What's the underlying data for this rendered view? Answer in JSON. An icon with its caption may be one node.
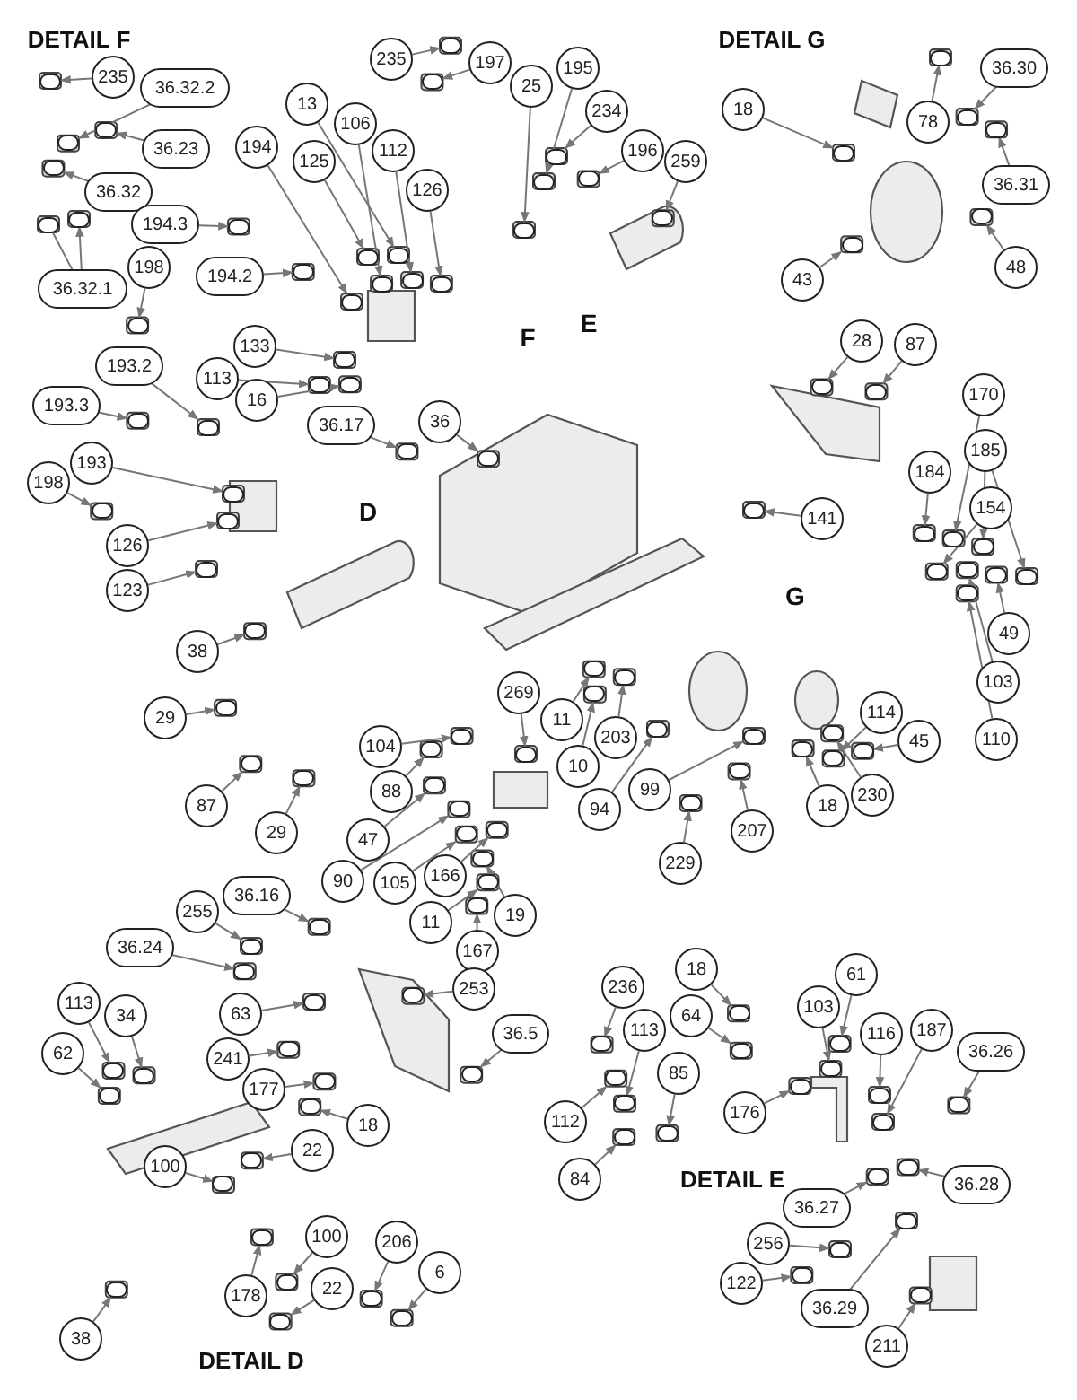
{
  "diagram": {
    "nodes": [
      {
        "text": [
          "235"
        ]
      },
      {
        "text": [
          "36.32.2"
        ]
      },
      {
        "text": [
          "36.23"
        ]
      },
      {
        "text": [
          "36.32"
        ]
      },
      {
        "text": [
          "36.32.1"
        ]
      },
      {
        "text": [
          "235"
        ]
      },
      {
        "text": [
          "197"
        ]
      },
      {
        "text": [
          "25"
        ]
      },
      {
        "text": [
          "195"
        ]
      },
      {
        "text": [
          "234"
        ]
      },
      {
        "text": [
          "196"
        ]
      },
      {
        "text": [
          "259"
        ]
      },
      {
        "text": [
          "13"
        ]
      },
      {
        "text": [
          "106"
        ]
      },
      {
        "text": [
          "112"
        ]
      },
      {
        "text": [
          "194"
        ]
      },
      {
        "text": [
          "125"
        ]
      },
      {
        "text": [
          "126"
        ]
      },
      {
        "text": [
          "194.3"
        ]
      },
      {
        "text": [
          "194.2"
        ]
      },
      {
        "text": [
          "198"
        ]
      },
      {
        "text": [
          "133"
        ]
      },
      {
        "text": [
          "113"
        ]
      },
      {
        "text": [
          "16"
        ]
      },
      {
        "text": [
          "193.2"
        ]
      },
      {
        "text": [
          "193.3"
        ]
      },
      {
        "text": [
          "36.17"
        ]
      },
      {
        "text": [
          "36"
        ]
      },
      {
        "text": [
          "193"
        ]
      },
      {
        "text": [
          "198"
        ]
      },
      {
        "text": [
          "126"
        ]
      },
      {
        "text": [
          "123"
        ]
      },
      {
        "text": [
          "38"
        ]
      },
      {
        "text": [
          "29"
        ]
      },
      {
        "text": [
          "87"
        ]
      },
      {
        "text": [
          "29"
        ]
      },
      {
        "text": [
          "104"
        ]
      },
      {
        "text": [
          "88"
        ]
      },
      {
        "text": [
          "47"
        ]
      },
      {
        "text": [
          "90"
        ]
      },
      {
        "text": [
          "105"
        ]
      },
      {
        "text": [
          "166"
        ]
      },
      {
        "text": [
          "269"
        ]
      },
      {
        "text": [
          "11"
        ]
      },
      {
        "text": [
          "10"
        ]
      },
      {
        "text": [
          "203"
        ]
      },
      {
        "text": [
          "94"
        ]
      },
      {
        "text": [
          "99"
        ]
      },
      {
        "text": [
          "229"
        ]
      },
      {
        "text": [
          "207"
        ]
      },
      {
        "text": [
          "18"
        ]
      },
      {
        "text": [
          "230"
        ]
      },
      {
        "text": [
          "114"
        ]
      },
      {
        "text": [
          "45"
        ]
      },
      {
        "text": [
          "28"
        ]
      },
      {
        "text": [
          "87"
        ]
      },
      {
        "text": [
          "170"
        ]
      },
      {
        "text": [
          "185"
        ]
      },
      {
        "text": [
          "184"
        ]
      },
      {
        "text": [
          "154"
        ]
      },
      {
        "text": [
          "49"
        ]
      },
      {
        "text": [
          "103"
        ]
      },
      {
        "text": [
          "110"
        ]
      },
      {
        "text": [
          "141"
        ]
      },
      {
        "text": [
          "18"
        ]
      },
      {
        "text": [
          "78"
        ]
      },
      {
        "text": [
          "36.30"
        ]
      },
      {
        "text": [
          "36.31"
        ]
      },
      {
        "text": [
          "43"
        ]
      },
      {
        "text": [
          "48"
        ]
      },
      {
        "text": [
          "36.16"
        ]
      },
      {
        "text": [
          "255"
        ]
      },
      {
        "text": [
          "36.24"
        ]
      },
      {
        "text": [
          "63"
        ]
      },
      {
        "text": [
          "241"
        ]
      },
      {
        "text": [
          "177"
        ]
      },
      {
        "text": [
          "18"
        ]
      },
      {
        "text": [
          "11"
        ]
      },
      {
        "text": [
          "167"
        ]
      },
      {
        "text": [
          "19"
        ]
      },
      {
        "text": [
          "253"
        ]
      },
      {
        "text": [
          "36.5"
        ]
      },
      {
        "text": [
          "113"
        ]
      },
      {
        "text": [
          "34"
        ]
      },
      {
        "text": [
          "62"
        ]
      },
      {
        "text": [
          "100"
        ]
      },
      {
        "text": [
          "22"
        ]
      },
      {
        "text": [
          "100"
        ]
      },
      {
        "text": [
          "22"
        ]
      },
      {
        "text": [
          "178"
        ]
      },
      {
        "text": [
          "206"
        ]
      },
      {
        "text": [
          "6"
        ]
      },
      {
        "text": [
          "38"
        ]
      },
      {
        "text": [
          "236"
        ]
      },
      {
        "text": [
          "18"
        ]
      },
      {
        "text": [
          "113"
        ]
      },
      {
        "text": [
          "64"
        ]
      },
      {
        "text": [
          "85"
        ]
      },
      {
        "text": [
          "112"
        ]
      },
      {
        "text": [
          "84"
        ]
      },
      {
        "text": [
          "103"
        ]
      },
      {
        "text": [
          "61"
        ]
      },
      {
        "text": [
          "116"
        ]
      },
      {
        "text": [
          "187"
        ]
      },
      {
        "text": [
          "36.26"
        ]
      },
      {
        "text": [
          "176"
        ]
      },
      {
        "text": [
          "36.28"
        ]
      },
      {
        "text": [
          "36.27"
        ]
      },
      {
        "text": [
          "256"
        ]
      },
      {
        "text": [
          "122"
        ]
      },
      {
        "text": [
          "36.29"
        ]
      },
      {
        "text": [
          "211"
        ]
      },
      {
        "text": [],
        "shape": "box"
      },
      {
        "text": [],
        "shape": "box"
      },
      {
        "text": [],
        "shape": "box"
      },
      {
        "text": [],
        "shape": "box"
      },
      {
        "text": [],
        "shape": "box"
      },
      {
        "text": [],
        "shape": "box"
      },
      {
        "text": [],
        "shape": "box"
      },
      {
        "text": [],
        "shape": "box"
      },
      {
        "text": [],
        "shape": "box"
      },
      {
        "text": [],
        "shape": "box"
      },
      {
        "text": [],
        "shape": "box"
      },
      {
        "text": [],
        "shape": "box"
      },
      {
        "text": [],
        "shape": "box"
      },
      {
        "text": [],
        "shape": "box"
      },
      {
        "text": [],
        "shape": "box"
      },
      {
        "text": [],
        "shape": "box"
      },
      {
        "text": [],
        "shape": "box"
      },
      {
        "text": [],
        "shape": "box"
      },
      {
        "text": [],
        "shape": "box"
      },
      {
        "text": [],
        "shape": "box"
      },
      {
        "text": [],
        "shape": "box"
      },
      {
        "text": [],
        "shape": "box"
      },
      {
        "text": [],
        "shape": "box"
      },
      {
        "text": [],
        "shape": "box"
      },
      {
        "text": [],
        "shape": "box"
      },
      {
        "text": [],
        "shape": "box"
      },
      {
        "text": [],
        "shape": "box"
      },
      {
        "text": [],
        "shape": "box"
      },
      {
        "text": [],
        "shape": "box"
      },
      {
        "text": [],
        "shape": "box"
      },
      {
        "text": [],
        "shape": "box"
      },
      {
        "text": [],
        "shape": "box"
      },
      {
        "text": [],
        "shape": "box"
      },
      {
        "text": [],
        "shape": "box"
      },
      {
        "text": [],
        "shape": "box"
      },
      {
        "text": [],
        "shape": "box"
      },
      {
        "text": [],
        "shape": "box"
      },
      {
        "text": [],
        "shape": "box"
      },
      {
        "text": [],
        "shape": "box"
      },
      {
        "text": [],
        "shape": "box"
      },
      {
        "text": [],
        "shape": "box"
      },
      {
        "text": [],
        "shape": "box"
      },
      {
        "text": [],
        "shape": "box"
      },
      {
        "text": [],
        "shape": "box"
      },
      {
        "text": [],
        "shape": "box"
      },
      {
        "text": [],
        "shape": "box"
      },
      {
        "text": [],
        "shape": "box"
      },
      {
        "text": [],
        "shape": "box"
      },
      {
        "text": [],
        "shape": "box"
      },
      {
        "text": [],
        "shape": "box"
      },
      {
        "text": [],
        "shape": "box"
      },
      {
        "text": [],
        "shape": "box"
      },
      {
        "text": [],
        "shape": "box"
      },
      {
        "text": [],
        "shape": "box"
      },
      {
        "text": [],
        "shape": "box"
      },
      {
        "text": [],
        "shape": "box"
      },
      {
        "text": [],
        "shape": "box"
      },
      {
        "text": [],
        "shape": "box"
      },
      {
        "text": [],
        "shape": "box"
      },
      {
        "text": [],
        "shape": "box"
      },
      {
        "text": [],
        "shape": "box"
      },
      {
        "text": [],
        "shape": "box"
      },
      {
        "text": [],
        "shape": "box"
      },
      {
        "text": [],
        "shape": "box"
      },
      {
        "text": [],
        "shape": "box"
      },
      {
        "text": [],
        "shape": "box"
      },
      {
        "text": [],
        "shape": "box"
      },
      {
        "text": [],
        "shape": "box"
      },
      {
        "text": [],
        "shape": "box"
      },
      {
        "text": [],
        "shape": "box"
      },
      {
        "text": [],
        "shape": "box"
      },
      {
        "text": [],
        "shape": "box"
      },
      {
        "text": [],
        "shape": "box"
      },
      {
        "text": [],
        "shape": "box"
      },
      {
        "text": [],
        "shape": "box"
      },
      {
        "text": [],
        "shape": "box"
      },
      {
        "text": [],
        "shape": "box"
      },
      {
        "text": [],
        "shape": "box"
      },
      {
        "text": [],
        "shape": "box"
      },
      {
        "text": [],
        "shape": "box"
      },
      {
        "text": [],
        "shape": "box"
      },
      {
        "text": [],
        "shape": "box"
      },
      {
        "text": [],
        "shape": "box"
      },
      {
        "text": [],
        "shape": "box"
      },
      {
        "text": [],
        "shape": "box"
      },
      {
        "text": [],
        "shape": "box"
      },
      {
        "text": [],
        "shape": "box"
      },
      {
        "text": [],
        "shape": "box"
      },
      {
        "text": [],
        "shape": "box"
      },
      {
        "text": [],
        "shape": "box"
      },
      {
        "text": [],
        "shape": "box"
      },
      {
        "text": [],
        "shape": "box"
      },
      {
        "text": [],
        "shape": "box"
      },
      {
        "text": [],
        "shape": "box"
      },
      {
        "text": [],
        "shape": "box"
      },
      {
        "text": [],
        "shape": "box"
      },
      {
        "text": [],
        "shape": "box"
      },
      {
        "text": [],
        "shape": "box"
      },
      {
        "text": [],
        "shape": "box"
      },
      {
        "text": [],
        "shape": "box"
      },
      {
        "text": [],
        "shape": "box"
      },
      {
        "text": [],
        "shape": "box"
      },
      {
        "text": [],
        "shape": "box"
      },
      {
        "text": [],
        "shape": "box"
      },
      {
        "text": [],
        "shape": "box"
      },
      {
        "text": [],
        "shape": "box"
      },
      {
        "text": [],
        "shape": "box"
      },
      {
        "text": [],
        "shape": "box"
      },
      {
        "text": [],
        "shape": "box"
      },
      {
        "text": [],
        "shape": "box"
      },
      {
        "text": [],
        "shape": "box"
      },
      {
        "text": [],
        "shape": "box"
      },
      {
        "text": [],
        "shape": "box"
      },
      {
        "text": [],
        "shape": "box"
      }
    ],
    "edges": [
      {
        "from": 0,
        "to": 112,
        "arrow": "to"
      },
      {
        "from": 1,
        "to": 113,
        "arrow": "to"
      },
      {
        "from": 2,
        "to": 114,
        "arrow": "to"
      },
      {
        "from": 3,
        "to": 115,
        "arrow": "to"
      },
      {
        "from": 4,
        "to": 116,
        "arrow": "to"
      },
      {
        "from": 4,
        "to": 117,
        "arrow": "none"
      },
      {
        "from": 5,
        "to": 118,
        "arrow": "to"
      },
      {
        "from": 6,
        "to": 119,
        "arrow": "to"
      },
      {
        "from": 7,
        "to": 120,
        "arrow": "to"
      },
      {
        "from": 8,
        "to": 121,
        "arrow": "to"
      },
      {
        "from": 9,
        "to": 122,
        "arrow": "to"
      },
      {
        "from": 10,
        "to": 123,
        "arrow": "to"
      },
      {
        "from": 11,
        "to": 124,
        "arrow": "to"
      },
      {
        "from": 12,
        "to": 125,
        "arrow": "to"
      },
      {
        "from": 13,
        "to": 126,
        "arrow": "to"
      },
      {
        "from": 14,
        "to": 127,
        "arrow": "to"
      },
      {
        "from": 15,
        "to": 128,
        "arrow": "to"
      },
      {
        "from": 16,
        "to": 129,
        "arrow": "to"
      },
      {
        "from": 17,
        "to": 130,
        "arrow": "to"
      },
      {
        "from": 18,
        "to": 131,
        "arrow": "to"
      },
      {
        "from": 19,
        "to": 132,
        "arrow": "to"
      },
      {
        "from": 20,
        "to": 133,
        "arrow": "to"
      },
      {
        "from": 21,
        "to": 134,
        "arrow": "to"
      },
      {
        "from": 22,
        "to": 135,
        "arrow": "to"
      },
      {
        "from": 23,
        "to": 136,
        "arrow": "to"
      },
      {
        "from": 24,
        "to": 137,
        "arrow": "to"
      },
      {
        "from": 25,
        "to": 138,
        "arrow": "to"
      },
      {
        "from": 26,
        "to": 139,
        "arrow": "to"
      },
      {
        "from": 27,
        "to": 140,
        "arrow": "to"
      },
      {
        "from": 28,
        "to": 141,
        "arrow": "to"
      },
      {
        "from": 29,
        "to": 142,
        "arrow": "to"
      },
      {
        "from": 30,
        "to": 143,
        "arrow": "to"
      },
      {
        "from": 31,
        "to": 144,
        "arrow": "to"
      },
      {
        "from": 32,
        "to": 145,
        "arrow": "to"
      },
      {
        "from": 33,
        "to": 146,
        "arrow": "to"
      },
      {
        "from": 34,
        "to": 147,
        "arrow": "to"
      },
      {
        "from": 35,
        "to": 148,
        "arrow": "to"
      },
      {
        "from": 36,
        "to": 149,
        "arrow": "to"
      },
      {
        "from": 37,
        "to": 150,
        "arrow": "to"
      },
      {
        "from": 38,
        "to": 151,
        "arrow": "to"
      },
      {
        "from": 39,
        "to": 152,
        "arrow": "to"
      },
      {
        "from": 40,
        "to": 153,
        "arrow": "to"
      },
      {
        "from": 41,
        "to": 154,
        "arrow": "to"
      },
      {
        "from": 42,
        "to": 155,
        "arrow": "to"
      },
      {
        "from": 43,
        "to": 156,
        "arrow": "to"
      },
      {
        "from": 44,
        "to": 157,
        "arrow": "to"
      },
      {
        "from": 45,
        "to": 158,
        "arrow": "to"
      },
      {
        "from": 46,
        "to": 159,
        "arrow": "to"
      },
      {
        "from": 47,
        "to": 160,
        "arrow": "to"
      },
      {
        "from": 48,
        "to": 161,
        "arrow": "to"
      },
      {
        "from": 49,
        "to": 162,
        "arrow": "to"
      },
      {
        "from": 50,
        "to": 163,
        "arrow": "to"
      },
      {
        "from": 51,
        "to": 164,
        "arrow": "to"
      },
      {
        "from": 52,
        "to": 165,
        "arrow": "to"
      },
      {
        "from": 53,
        "to": 166,
        "arrow": "to"
      },
      {
        "from": 54,
        "to": 167,
        "arrow": "to"
      },
      {
        "from": 55,
        "to": 168,
        "arrow": "to"
      },
      {
        "from": 56,
        "to": 169,
        "arrow": "to"
      },
      {
        "from": 57,
        "to": 170,
        "arrow": "to"
      },
      {
        "from": 57,
        "to": 171,
        "arrow": "to"
      },
      {
        "from": 58,
        "to": 172,
        "arrow": "to"
      },
      {
        "from": 59,
        "to": 173,
        "arrow": "to"
      },
      {
        "from": 60,
        "to": 174,
        "arrow": "to"
      },
      {
        "from": 61,
        "to": 175,
        "arrow": "to"
      },
      {
        "from": 62,
        "to": 176,
        "arrow": "to"
      },
      {
        "from": 63,
        "to": 177,
        "arrow": "to"
      },
      {
        "from": 64,
        "to": 178,
        "arrow": "to"
      },
      {
        "from": 65,
        "to": 179,
        "arrow": "to"
      },
      {
        "from": 66,
        "to": 180,
        "arrow": "to"
      },
      {
        "from": 67,
        "to": 181,
        "arrow": "to"
      },
      {
        "from": 68,
        "to": 182,
        "arrow": "to"
      },
      {
        "from": 69,
        "to": 183,
        "arrow": "to"
      },
      {
        "from": 70,
        "to": 184,
        "arrow": "to"
      },
      {
        "from": 71,
        "to": 185,
        "arrow": "to"
      },
      {
        "from": 72,
        "to": 186,
        "arrow": "to"
      },
      {
        "from": 73,
        "to": 187,
        "arrow": "to"
      },
      {
        "from": 74,
        "to": 188,
        "arrow": "to"
      },
      {
        "from": 75,
        "to": 189,
        "arrow": "to"
      },
      {
        "from": 76,
        "to": 190,
        "arrow": "to"
      },
      {
        "from": 77,
        "to": 191,
        "arrow": "to"
      },
      {
        "from": 78,
        "to": 192,
        "arrow": "to"
      },
      {
        "from": 79,
        "to": 193,
        "arrow": "to"
      },
      {
        "from": 80,
        "to": 194,
        "arrow": "to"
      },
      {
        "from": 81,
        "to": 195,
        "arrow": "to"
      },
      {
        "from": 82,
        "to": 196,
        "arrow": "to"
      },
      {
        "from": 83,
        "to": 197,
        "arrow": "to"
      },
      {
        "from": 84,
        "to": 198,
        "arrow": "to"
      },
      {
        "from": 85,
        "to": 199,
        "arrow": "to"
      },
      {
        "from": 86,
        "to": 200,
        "arrow": "to"
      },
      {
        "from": 87,
        "to": 201,
        "arrow": "to"
      },
      {
        "from": 88,
        "to": 202,
        "arrow": "to"
      },
      {
        "from": 89,
        "to": 203,
        "arrow": "to"
      },
      {
        "from": 90,
        "to": 204,
        "arrow": "to"
      },
      {
        "from": 91,
        "to": 205,
        "arrow": "to"
      },
      {
        "from": 92,
        "to": 206,
        "arrow": "to"
      },
      {
        "from": 93,
        "to": 207,
        "arrow": "to"
      },
      {
        "from": 94,
        "to": 208,
        "arrow": "to"
      },
      {
        "from": 95,
        "to": 209,
        "arrow": "to"
      },
      {
        "from": 96,
        "to": 210,
        "arrow": "to"
      },
      {
        "from": 97,
        "to": 211,
        "arrow": "to"
      },
      {
        "from": 98,
        "to": 212,
        "arrow": "to"
      },
      {
        "from": 99,
        "to": 213,
        "arrow": "to"
      },
      {
        "from": 100,
        "to": 214,
        "arrow": "to"
      },
      {
        "from": 101,
        "to": 215,
        "arrow": "to"
      },
      {
        "from": 102,
        "to": 216,
        "arrow": "to"
      },
      {
        "from": 103,
        "to": 217,
        "arrow": "to"
      },
      {
        "from": 104,
        "to": 218,
        "arrow": "to"
      },
      {
        "from": 105,
        "to": 219,
        "arrow": "to"
      },
      {
        "from": 106,
        "to": 220,
        "arrow": "to"
      },
      {
        "from": 107,
        "to": 221,
        "arrow": "to"
      },
      {
        "from": 108,
        "to": 222,
        "arrow": "to"
      },
      {
        "from": 109,
        "to": 223,
        "arrow": "to"
      },
      {
        "from": 110,
        "to": 224,
        "arrow": "to"
      },
      {
        "from": 111,
        "to": 225,
        "arrow": "to"
      }
    ],
    "labels": [
      "DETAIL F",
      "DETAIL G",
      "E",
      "F",
      "D",
      "G",
      "DETAIL E",
      "DETAIL D"
    ]
  }
}
